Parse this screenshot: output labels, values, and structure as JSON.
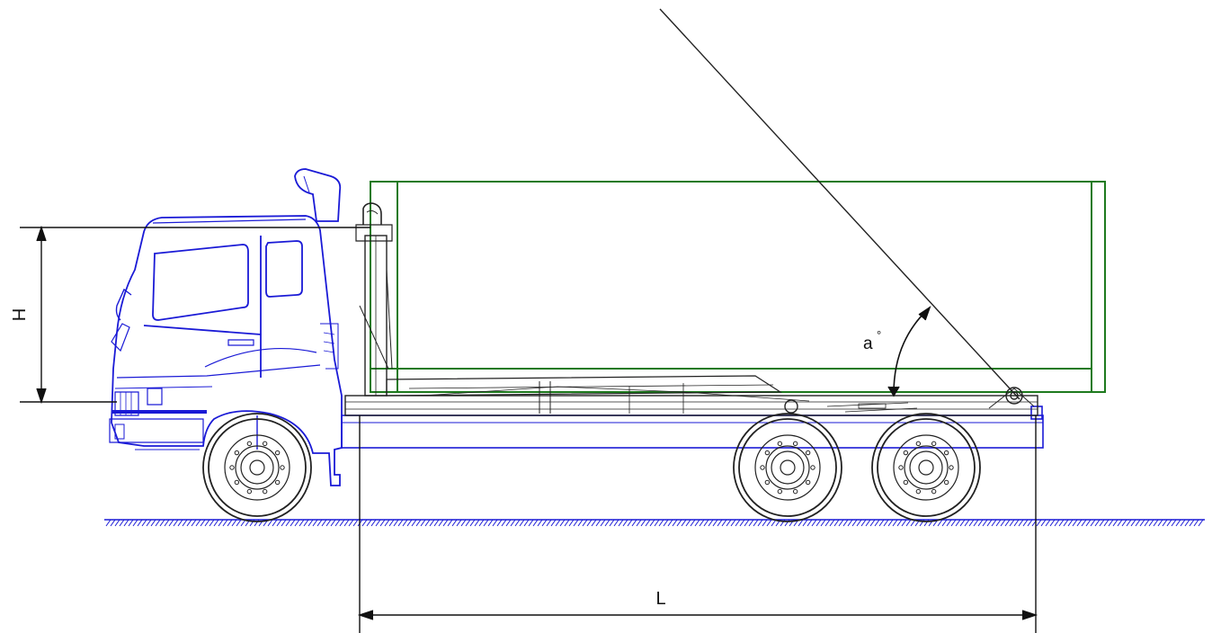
{
  "diagram": {
    "labels": {
      "height": "H",
      "length": "L",
      "angle": "a",
      "angle_unit": "°"
    },
    "colors": {
      "truck_outline": "#1a1ad6",
      "container_outline": "#1e7a1e",
      "dimension_lines": "#111111",
      "ground_hatch": "#1a1ad6"
    }
  }
}
